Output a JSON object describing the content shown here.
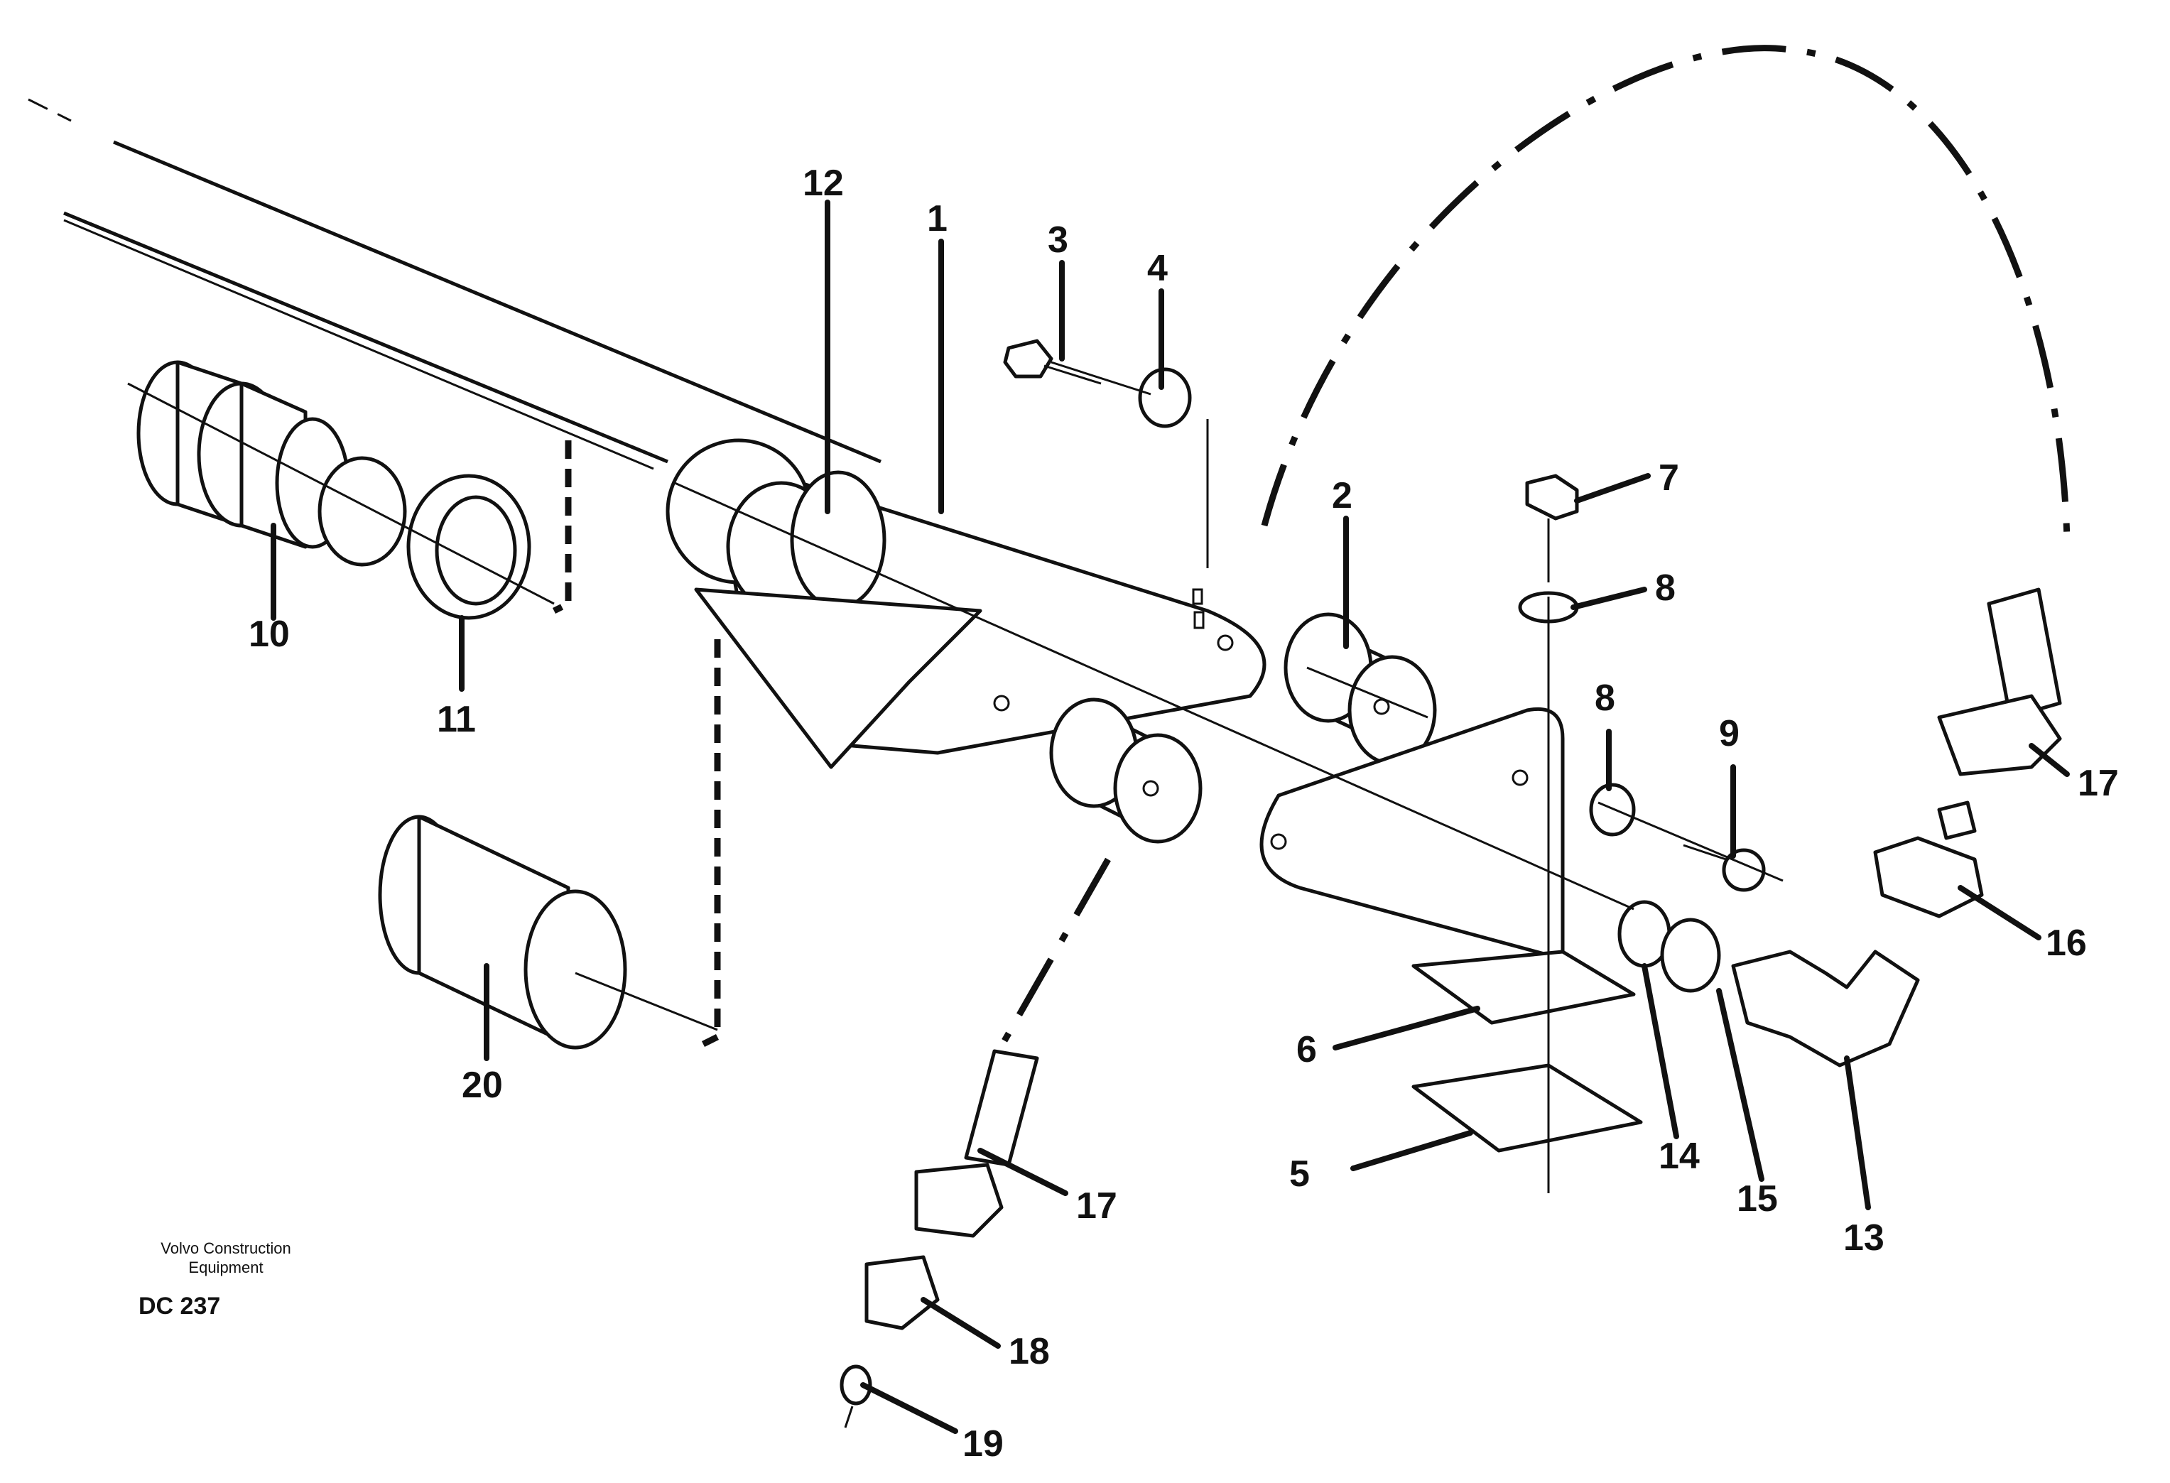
{
  "figure": {
    "publisher_line1": "Volvo Construction",
    "publisher_line2": "Equipment",
    "code": "DC 237"
  },
  "callouts": {
    "c1": "1",
    "c2": "2",
    "c3": "3",
    "c4": "4",
    "c5": "5",
    "c6": "6",
    "c7": "7",
    "c8a": "8",
    "c8b": "8",
    "c9": "9",
    "c10": "10",
    "c11": "11",
    "c12": "12",
    "c13": "13",
    "c14": "14",
    "c15": "15",
    "c16": "16",
    "c17a": "17",
    "c17b": "17",
    "c18": "18",
    "c19": "19",
    "c20": "20"
  }
}
